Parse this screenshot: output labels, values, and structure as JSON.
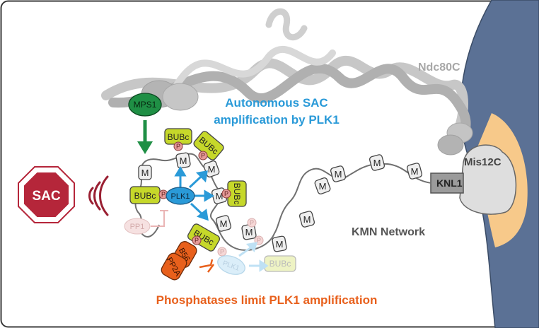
{
  "labels": {
    "ndc80c": "Ndc80C",
    "mis12c": "Mis12C",
    "knl1": "KNL1",
    "kmn_network": "KMN Network",
    "autonomous_line1": "Autonomous SAC",
    "autonomous_line2": "amplification by PLK1",
    "phosphatases": "Phosphatases limit PLK1 amplification",
    "sac": "SAC",
    "mps1": "MPS1",
    "plk1": "PLK1",
    "pp1": "PP1",
    "pp2a": "PP2A",
    "b56": "B56",
    "bubc": "BUBc",
    "m": "M",
    "p": "P"
  },
  "colors": {
    "sac_red": "#b5263a",
    "mps1_green": "#1f8f45",
    "plk1_blue": "#2a9ad8",
    "bubc_lime": "#c6d82a",
    "phospho_pink": "#e59a98",
    "pp2a_orange": "#e8601c",
    "kmn_grey": "#555555",
    "membrane_blue": "#5b7195",
    "centromere_orange": "#f7c98a"
  }
}
